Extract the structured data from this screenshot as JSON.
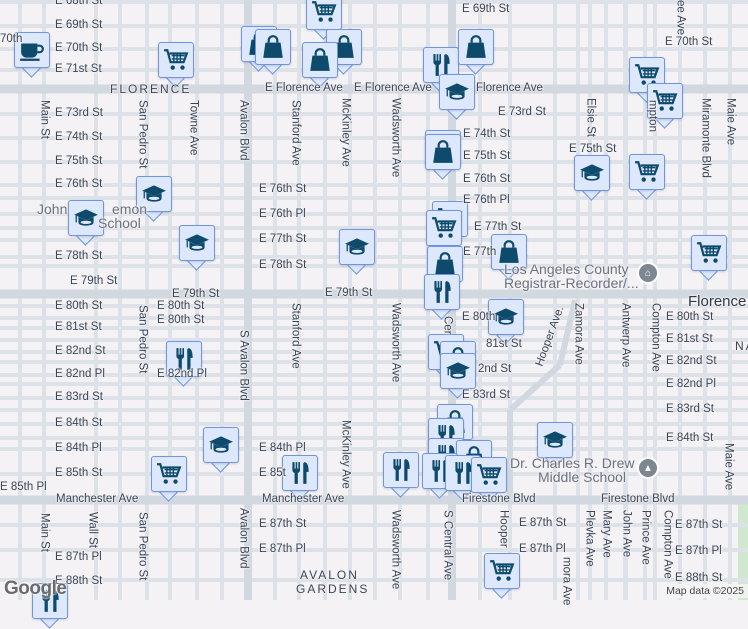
{
  "map": {
    "colors": {
      "background": "#f4f2f4",
      "minor_road": "#dde1e8",
      "major_road": "#d2d8e0",
      "marker_fill": "#dde8fc",
      "marker_border": "#6e95de",
      "icon": "#0d4a6b",
      "park": "#cfe8cf"
    },
    "horizontal_labels": [
      "E 68th St",
      "E 69th St",
      "E 70th St",
      "E 71st St",
      "FLORENCE",
      "E Florence Ave",
      "E Florence Ave",
      "Florence Ave",
      "E 73rd St",
      "E 74th St",
      "E 75th St",
      "E 76th St",
      "E 78th St",
      "E 79th St",
      "E 76th St",
      "E 76th Pl",
      "E 77th St",
      "E 78th St",
      "E 79th St",
      "E 79th St",
      "E 80th St",
      "E 81st St",
      "E 82nd St",
      "E 82nd Pl",
      "E 83rd St",
      "E 84th St",
      "E 84th Pl",
      "E 85th St",
      "E 85th Pl",
      "Manchester Ave",
      "Manchester Ave",
      "E 87th Pl",
      "E 88th St",
      "E 80th St",
      "E 84th Pl",
      "E 85t",
      "E 87th St",
      "E 87th Pl",
      "E 69th St",
      "E 70th St",
      "E 73rd St",
      "E 74th St",
      "E 75th St",
      "E 76th St",
      "E 76th Pl",
      "E 77th St",
      "E 77th",
      "E 75th St",
      "E 80th St",
      "E 81st St",
      "E 82nd St",
      "E 82nd Pl",
      "E 83rd St",
      "E 84th St",
      "E 80th",
      "81st St",
      "2nd St",
      "E 83rd St",
      "Firestone Blvd",
      "Firestone Blvd",
      "E 87th St",
      "E 87th Pl",
      "E 87th St",
      "E 87th Pl",
      "E 88th St",
      "70th",
      "E 82nd Pl",
      "E 80th St"
    ],
    "vertical_labels": [
      "Main St",
      "Main St",
      "San Pedro St",
      "San Pedro St",
      "San Pedro St",
      "Wall St",
      "Towne Ave",
      "Avalon Blvd",
      "S Avalon Blvd",
      "Avalon Blvd",
      "Stanford Ave",
      "Stanford Ave",
      "McKinley Ave",
      "McKinley Ave",
      "Wadsworth Ave",
      "Wadsworth Ave",
      "Wadsworth Ave",
      "S Central Ave",
      "Hooper",
      "Zamora Ave",
      "Antwerp Ave",
      "Compton Ave",
      "Compton Ave",
      "Elsie St",
      "Miramonte Blvd",
      "Maie Ave",
      "Maie Ave",
      "ee Ave",
      "mpton",
      "Plevka Ave",
      "Mary Ave",
      "John Ave",
      "Prince Ave",
      "mora Ave",
      "Cer",
      "Hooper Ave."
    ],
    "area_labels": [
      "AVALON",
      "GARDENS",
      "Florence",
      "NA"
    ],
    "places": [
      {
        "name_line1": "Los Angeles County",
        "name_line2": "Registrar-Recorder/...",
        "icon": "government-icon"
      },
      {
        "name_line1": "Dr. Charles R. Drew",
        "name_line2": "Middle School",
        "icon": "school-icon"
      },
      {
        "name_line1": "John",
        "name_mid": "emon",
        "name_line2": "School"
      }
    ],
    "logo": "Google",
    "attribution": "Map data ©2025"
  }
}
